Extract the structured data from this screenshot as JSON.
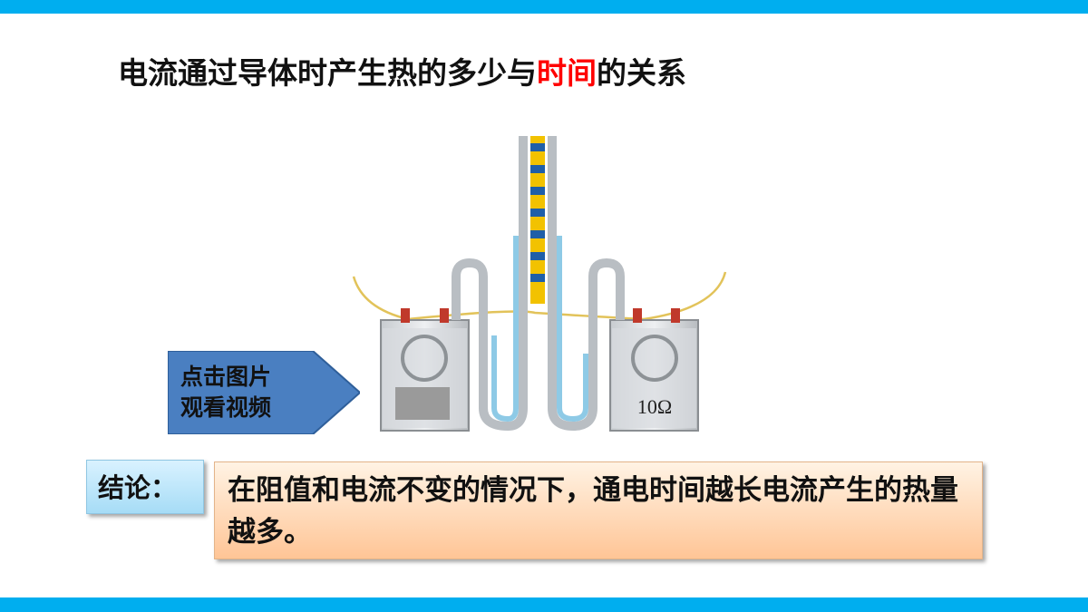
{
  "title": {
    "before": "电流通过导体时产生热的多少与",
    "highlight": "时间",
    "after": "的关系"
  },
  "apparatus": {
    "resistor_label": "10Ω"
  },
  "video_button": {
    "line1": "点击图片",
    "line2": "观看视频"
  },
  "conclusion": {
    "label": "结论：",
    "text": "在阻值和电流不变的情况下，通电时间越长电流产生的热量越多。"
  },
  "colors": {
    "accent_bar": "#00aeef",
    "highlight": "#ff0000",
    "arrow_fill": "#4a7fc1",
    "label_fill": "#bfe6fb",
    "conclusion_fill": "#ffd8b4"
  }
}
